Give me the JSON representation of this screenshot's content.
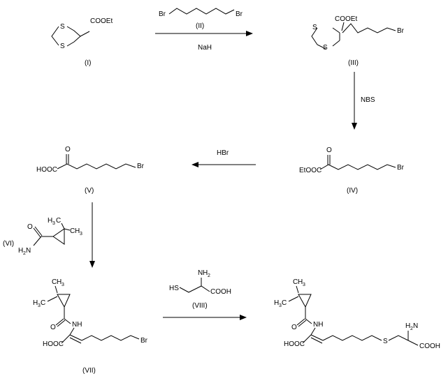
{
  "labels": {
    "I": "(I)",
    "II": "(II)",
    "III": "(III)",
    "IV": "(IV)",
    "V": "(V)",
    "VI": "(VI)",
    "VII": "(VII)",
    "VIII": "(VIII)"
  },
  "atoms": {
    "S": "S",
    "COOEt": "COOEt",
    "Br": "Br",
    "O": "O",
    "EtOOC": "EtOOC",
    "HOOC": "HOOC",
    "COOH": "COOH",
    "HS": "HS",
    "NH": "NH",
    "H": "H",
    "N": "N",
    "C": "C",
    "H2N_H": "H",
    "H2N_N": "N",
    "sub2": "2",
    "sub3": "3"
  },
  "reagents": {
    "step1": "NaH",
    "step2": "NBS",
    "step3": "HBr"
  },
  "colors": {
    "ink": "#000000",
    "background": "#ffffff"
  }
}
